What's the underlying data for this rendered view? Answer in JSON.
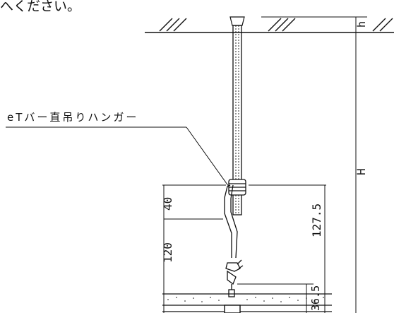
{
  "caption": {
    "top_text": "へください。"
  },
  "callout": {
    "label": "eTバー直吊りハンガー"
  },
  "dimensions": {
    "h": "h",
    "H": "H",
    "d40": "40",
    "d120": "120",
    "d127_5": "127.5",
    "d36_5": "36.5"
  },
  "colors": {
    "line": "#111111",
    "background": "#ffffff"
  }
}
